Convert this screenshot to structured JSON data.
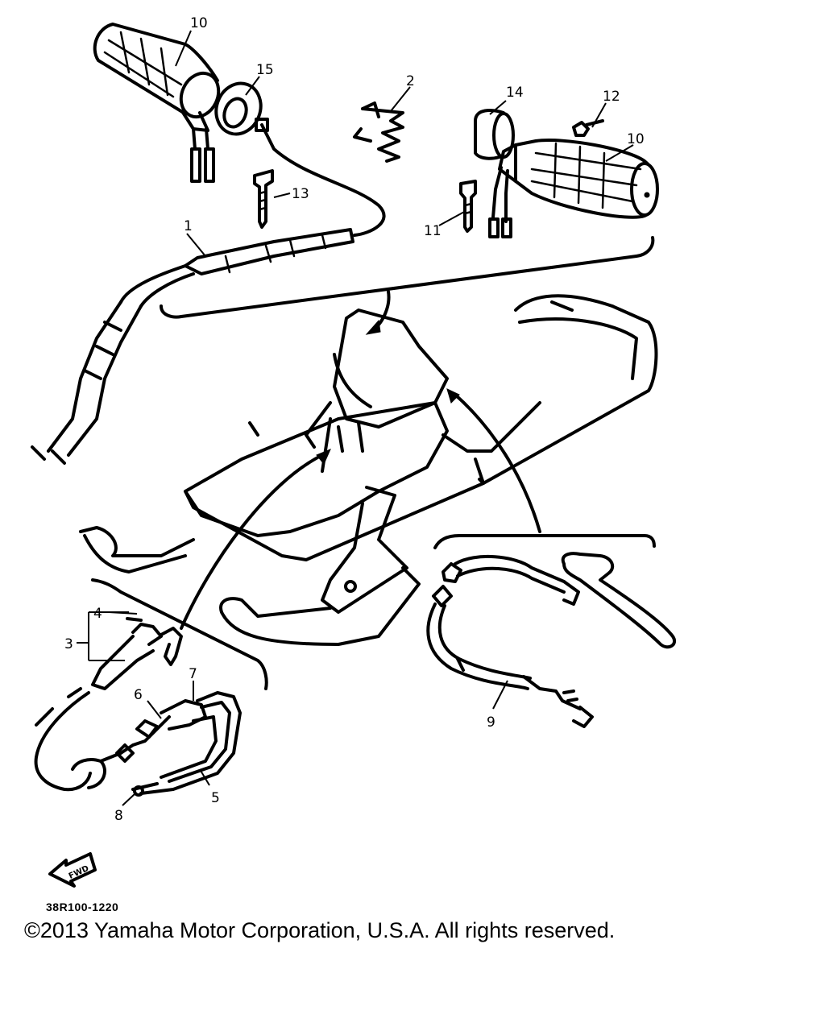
{
  "callouts": {
    "c1": "1",
    "c2": "2",
    "c3": "3",
    "c4": "4",
    "c5": "5",
    "c6": "6",
    "c7": "7",
    "c8": "8",
    "c9": "9",
    "c10_left": "10",
    "c10_right": "10",
    "c11": "11",
    "c12": "12",
    "c13": "13",
    "c14": "14",
    "c15": "15"
  },
  "direction_marker": "FWD",
  "part_code": "38R100-1220",
  "copyright": "©2013 Yamaha Motor Corporation, U.S.A. All rights reserved."
}
